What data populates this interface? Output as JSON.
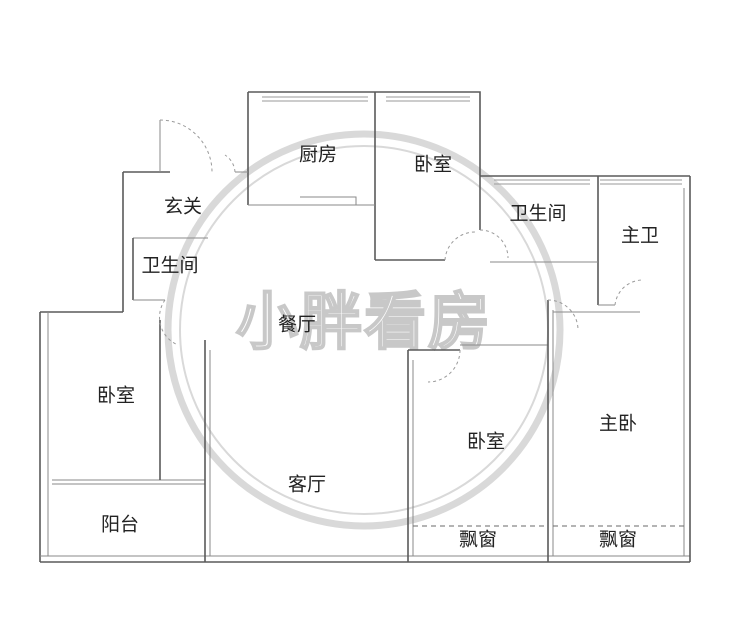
{
  "watermark": {
    "text": "小胖看房"
  },
  "rooms": [
    {
      "id": "kitchen",
      "label": "厨房"
    },
    {
      "id": "bedroom-north",
      "label": "卧室"
    },
    {
      "id": "entrance",
      "label": "玄关"
    },
    {
      "id": "bathroom-upper",
      "label": "卫生间"
    },
    {
      "id": "master-bath",
      "label": "主卫"
    },
    {
      "id": "bathroom-left",
      "label": "卫生间"
    },
    {
      "id": "dining",
      "label": "餐厅"
    },
    {
      "id": "bedroom-west",
      "label": "卧室"
    },
    {
      "id": "master-bedroom",
      "label": "主卧"
    },
    {
      "id": "bedroom-south",
      "label": "卧室"
    },
    {
      "id": "living",
      "label": "客厅"
    },
    {
      "id": "balcony",
      "label": "阳台"
    },
    {
      "id": "bay-window-1",
      "label": "飘窗"
    },
    {
      "id": "bay-window-2",
      "label": "飘窗"
    }
  ]
}
